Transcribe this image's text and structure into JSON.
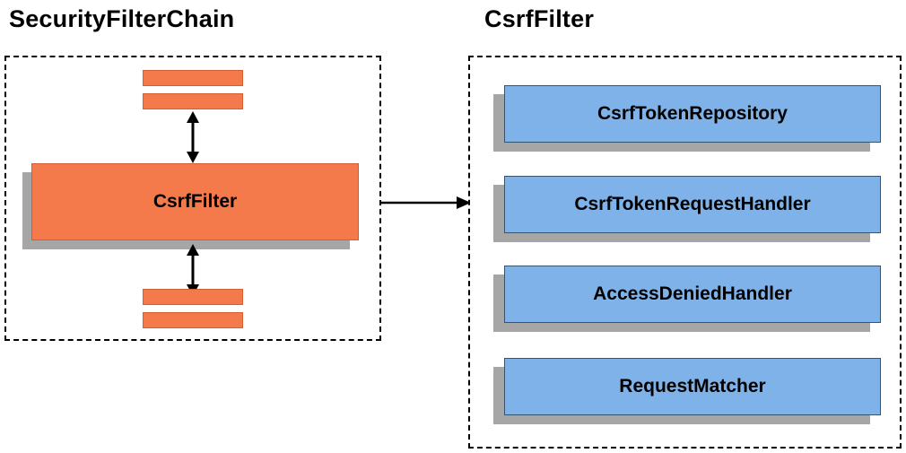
{
  "diagram": {
    "left": {
      "title": "SecurityFilterChain",
      "filter_label": "CsrfFilter",
      "other_filter_bars": 4
    },
    "right": {
      "title": "CsrfFilter",
      "items": [
        "CsrfTokenRepository",
        "CsrfTokenRequestHandler",
        "AccessDeniedHandler",
        "RequestMatcher"
      ]
    },
    "colors": {
      "filter_orange": "#F4794B",
      "dependency_blue": "#7EB2E8",
      "shadow_gray": "#A6A6A6",
      "border_black": "#000000"
    },
    "icons": [
      "double-headed-vertical-arrow",
      "double-headed-vertical-arrow",
      "right-arrow"
    ]
  }
}
